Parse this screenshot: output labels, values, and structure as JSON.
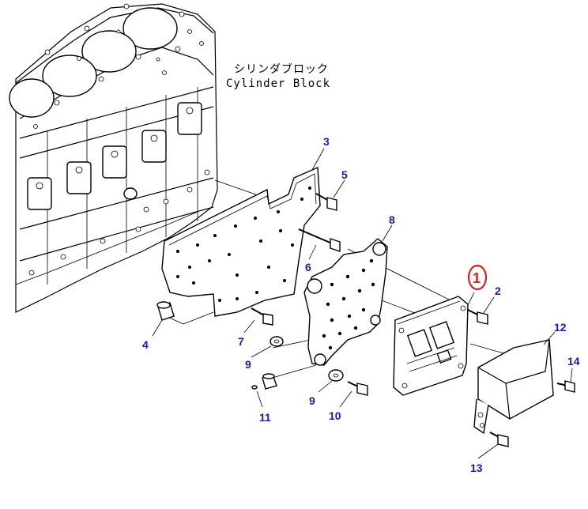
{
  "labels": {
    "block_jp": "シリンダブロック",
    "block_en": "Cylinder Block"
  },
  "callouts": {
    "c1": "1",
    "c2": "2",
    "c3": "3",
    "c4": "4",
    "c5": "5",
    "c6": "6",
    "c7": "7",
    "c8": "8",
    "c9a": "9",
    "c9b": "9",
    "c10": "10",
    "c11": "11",
    "c12": "12",
    "c13": "13",
    "c14": "14"
  },
  "colors": {
    "callout": "#1a1aa8",
    "highlight": "#d42020",
    "ink": "#000000"
  }
}
